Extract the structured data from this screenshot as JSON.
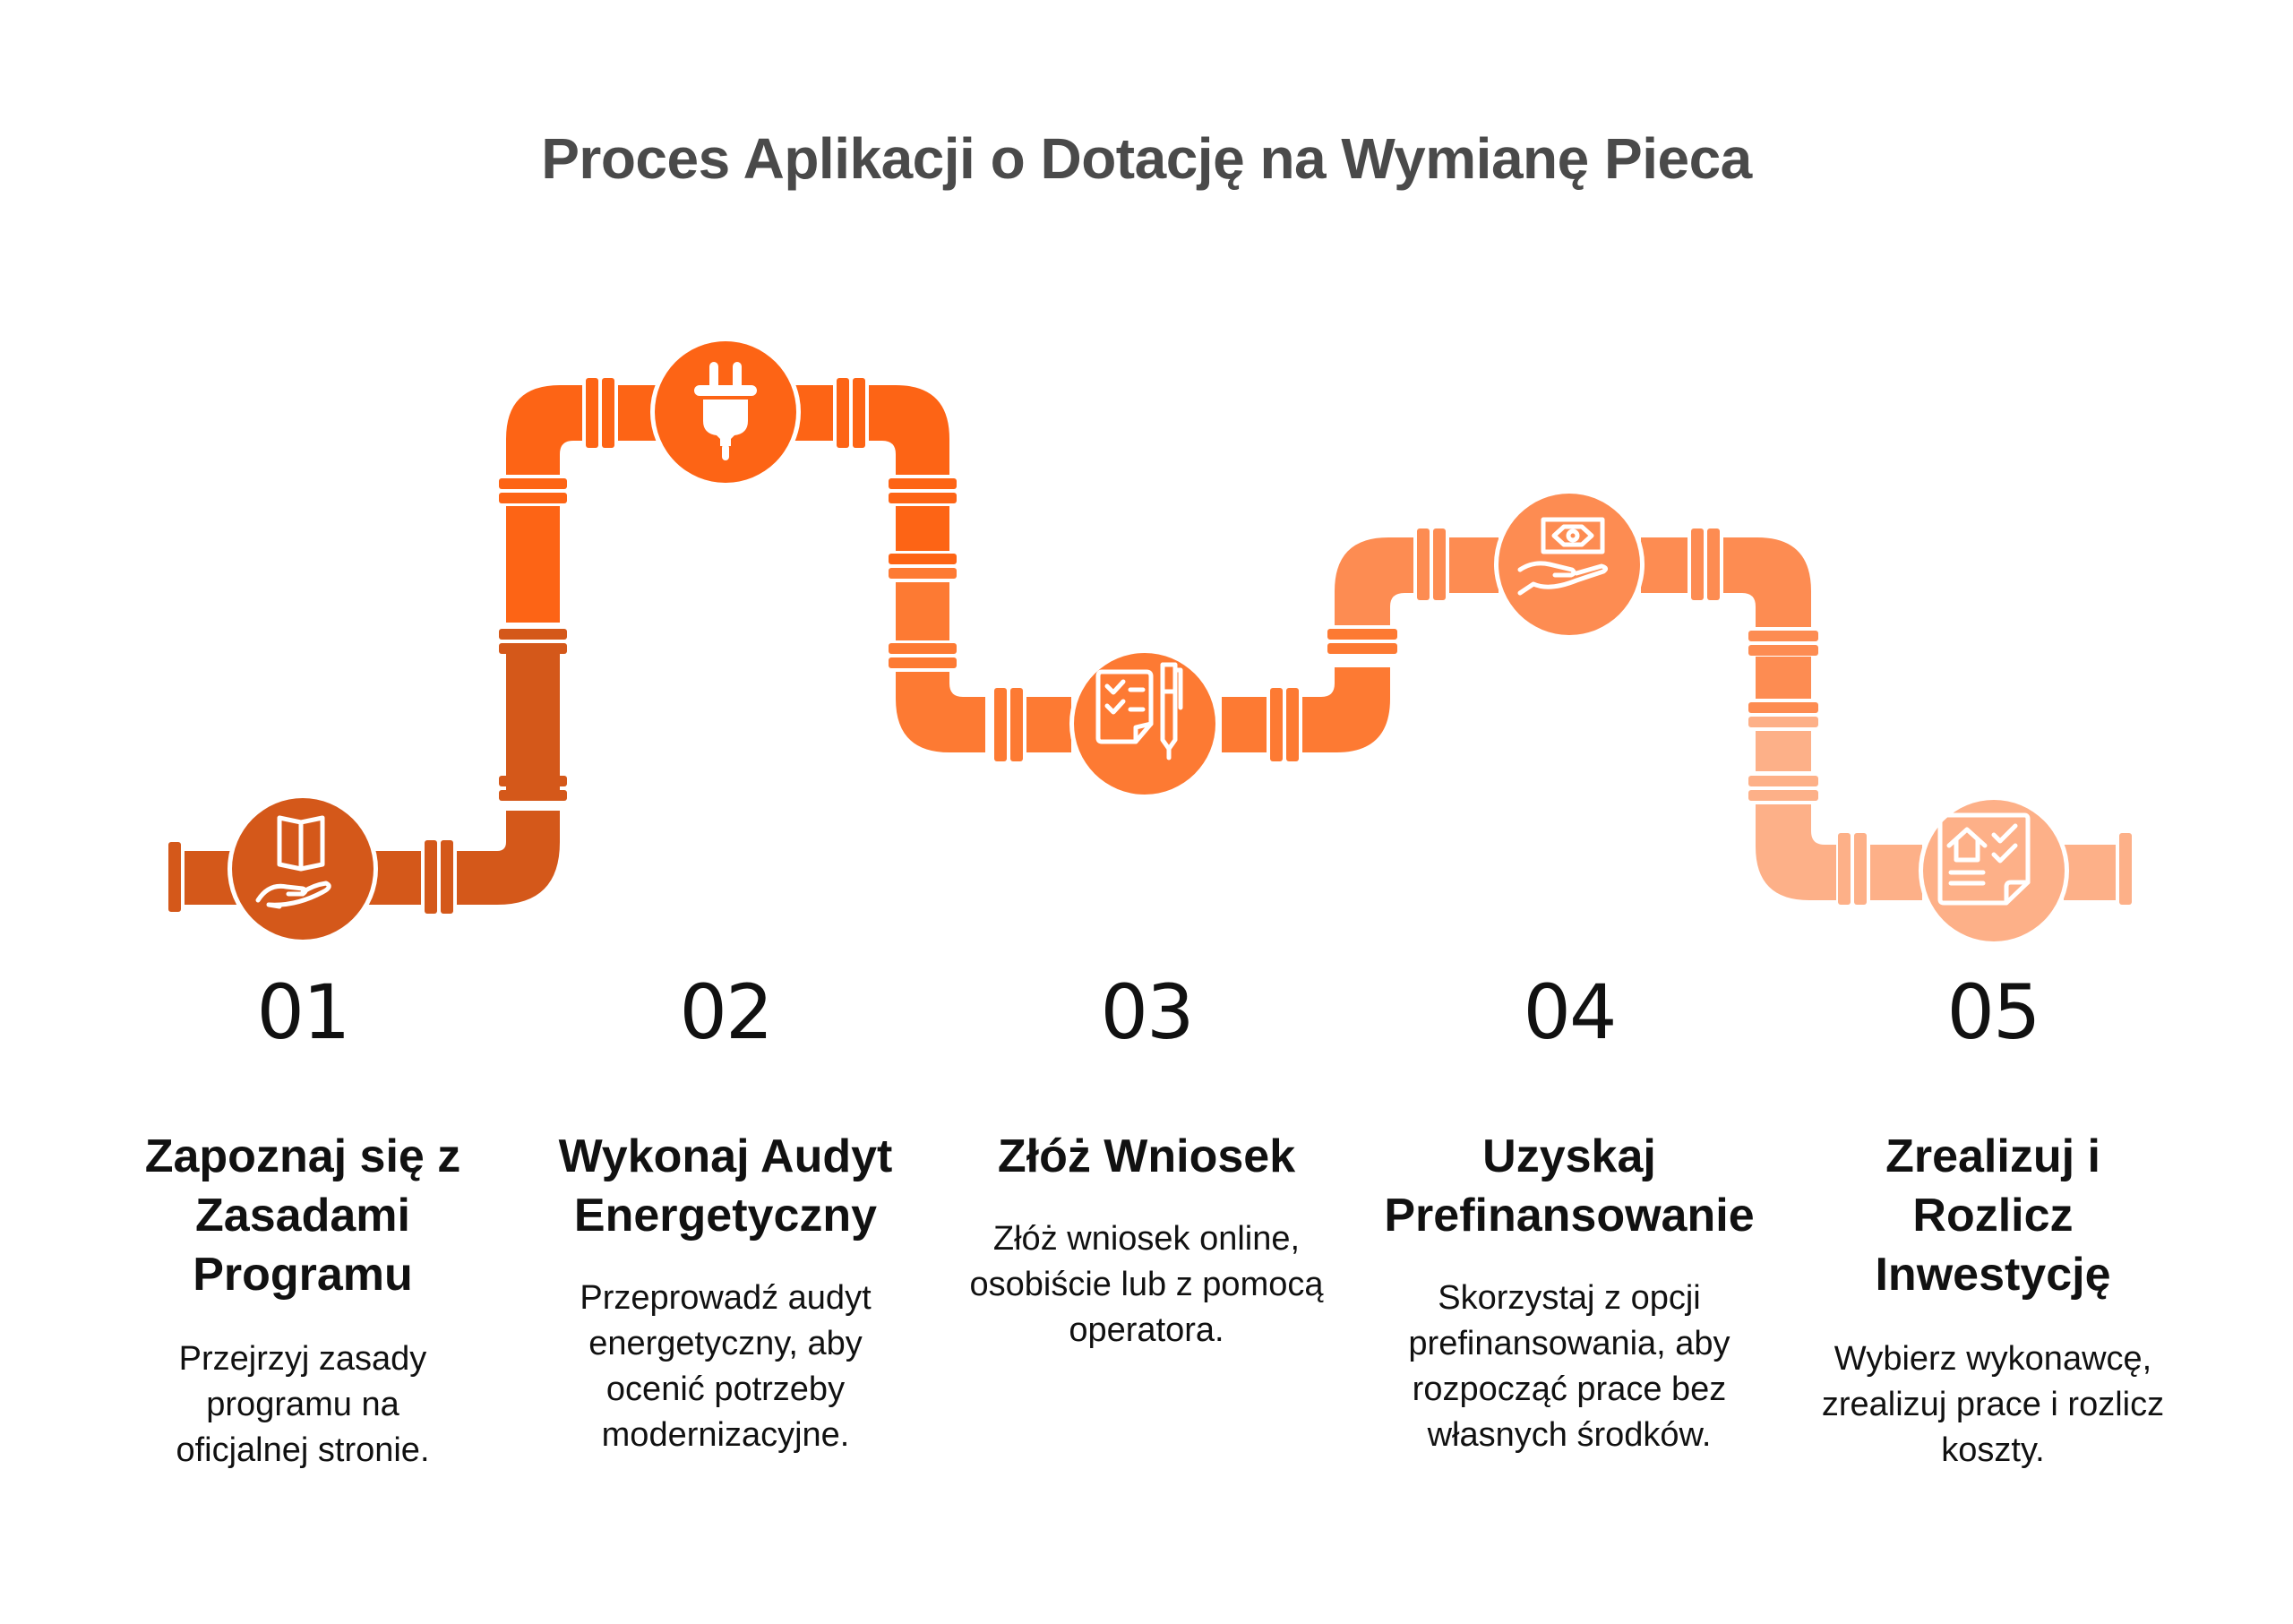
{
  "title": "Proces Aplikacji o Dotację na Wymianę Pieca",
  "colors": {
    "step1": "#d4581a",
    "step2": "#fd6415",
    "step3": "#fd7a33",
    "step4": "#fd8c52",
    "step5": "#fdb088",
    "title": "#4a4a4a",
    "icon": "#ffffff"
  },
  "steps": [
    {
      "number": "01",
      "heading": "Zapoznaj się z Zasadami Programu",
      "description": "Przejrzyj zasady programu na oficjalnej stronie.",
      "icon": "book-in-hand-icon"
    },
    {
      "number": "02",
      "heading": "Wykonaj Audyt Energetyczny",
      "description": "Przeprowadź audyt energetyczny, aby ocenić potrzeby modernizacyjne.",
      "icon": "electric-plug-icon"
    },
    {
      "number": "03",
      "heading": "Złóż Wniosek",
      "description": "Złóż wniosek online, osobiście lub z pomocą operatora.",
      "icon": "checklist-and-pen-icon"
    },
    {
      "number": "04",
      "heading": "Uzyskaj Prefinansowanie",
      "description": "Skorzystaj z opcji prefinansowania, aby rozpocząć prace bez własnych środków.",
      "icon": "money-in-hand-icon"
    },
    {
      "number": "05",
      "heading": "Zrealizuj i Rozlicz Inwestycję",
      "description": "Wybierz wykonawcę, zrealizuj prace i rozlicz koszty.",
      "icon": "house-document-checklist-icon"
    }
  ]
}
